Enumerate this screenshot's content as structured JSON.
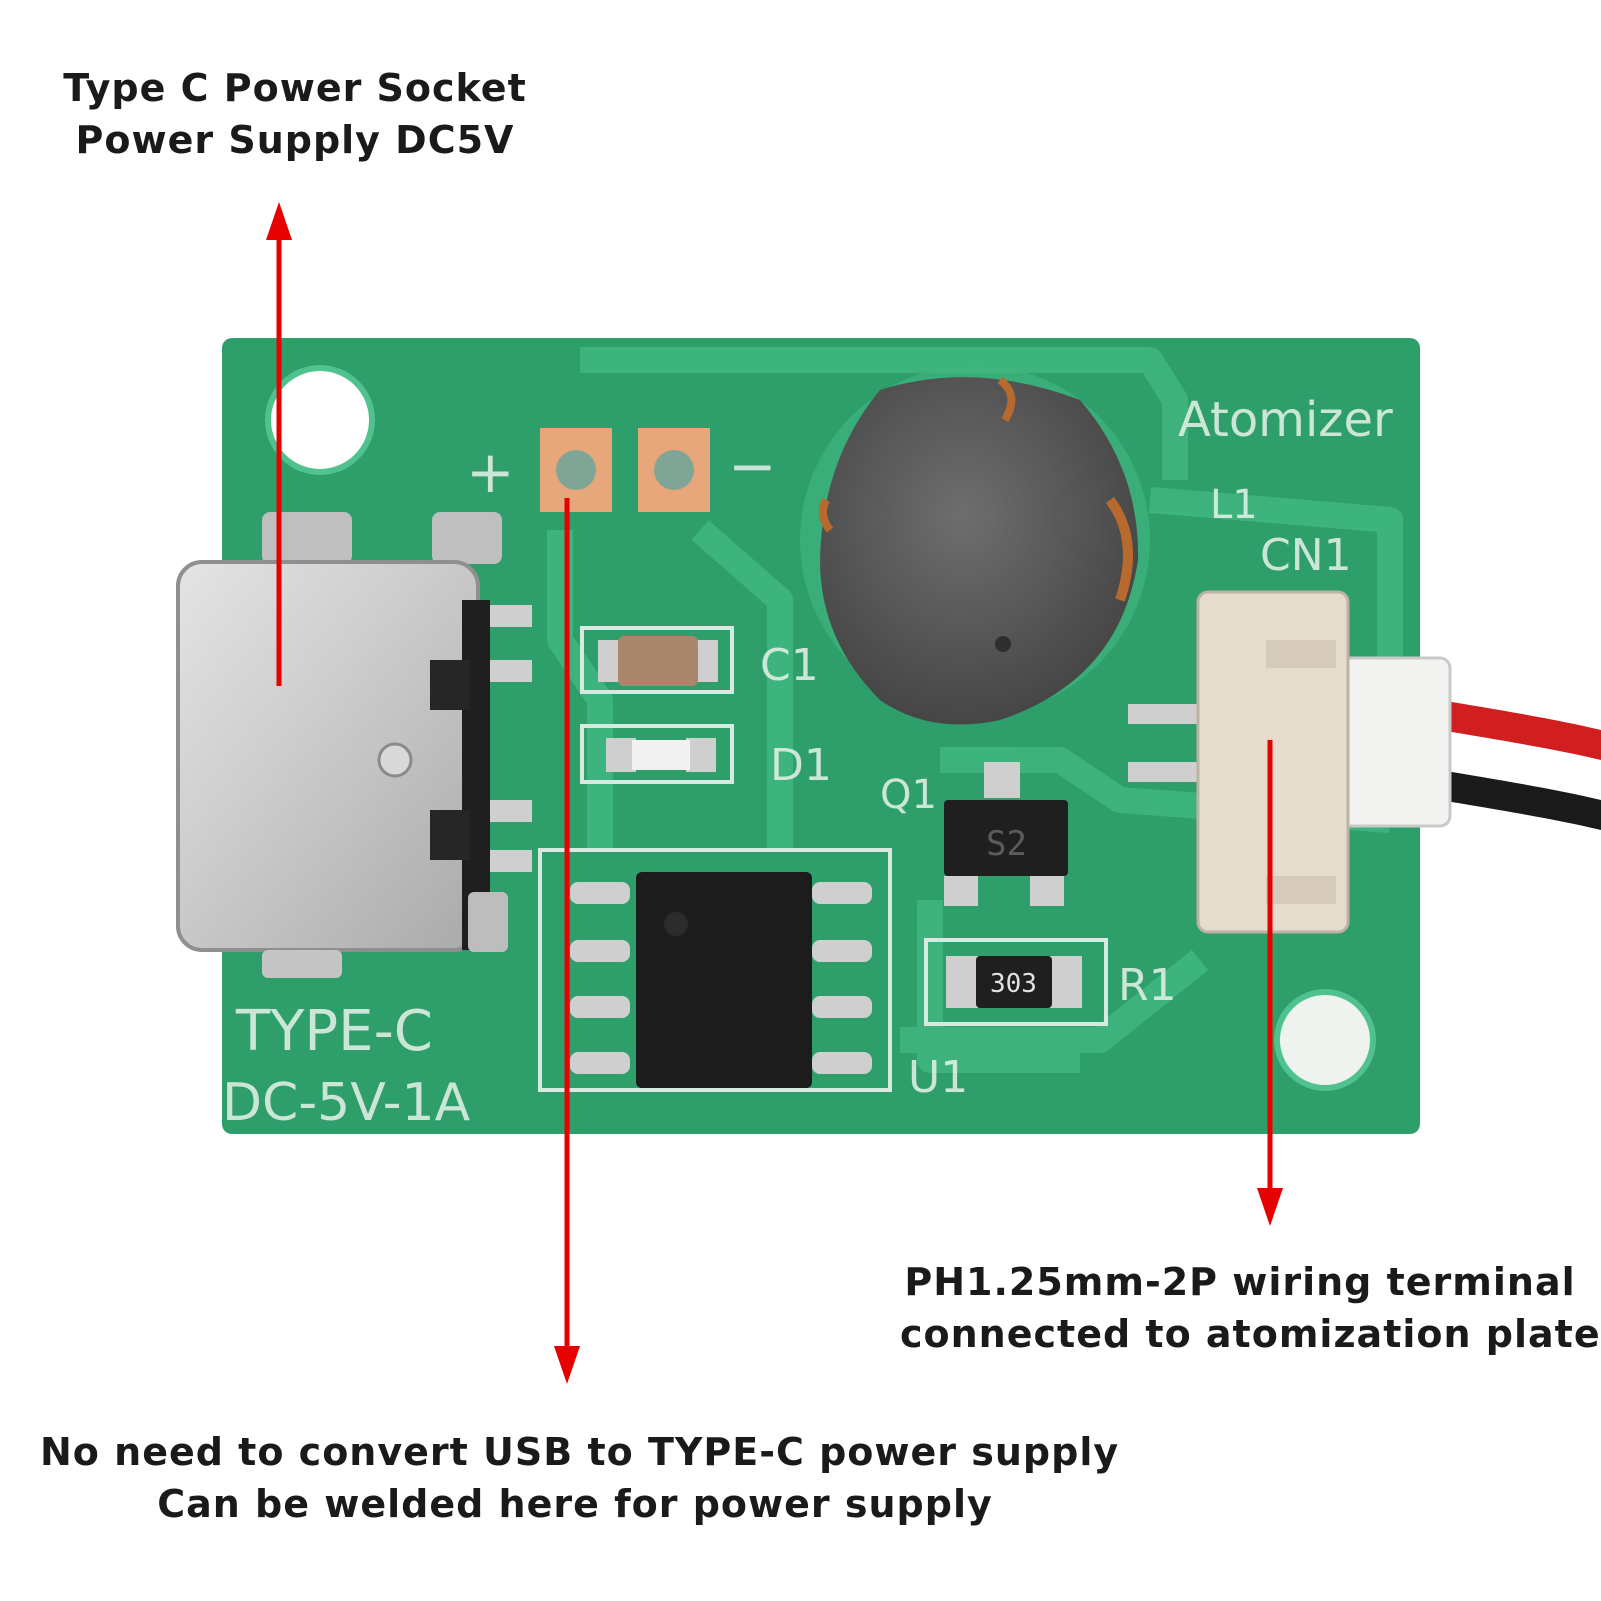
{
  "callouts": {
    "type_c": {
      "line1": "Type C Power Socket",
      "line2": "Power Supply DC5V"
    },
    "solder": {
      "line1": "No need to convert USB to TYPE-C power supply",
      "line2": "Can be welded here for power supply"
    },
    "terminal": {
      "line1": "PH1.25mm-2P wiring terminal",
      "line2": "connected to atomization plate"
    }
  },
  "board": {
    "title": "Atomizer",
    "plus": "+",
    "minus": "−",
    "type_c": "TYPE-C",
    "rating": "DC-5V-1A",
    "refs": {
      "l1": "L1",
      "cn1": "CN1",
      "c1": "C1",
      "d1": "D1",
      "q1": "Q1",
      "r1": "R1",
      "u1": "U1"
    },
    "q1_marking": "S2",
    "r1_marking": "303"
  },
  "colors": {
    "pcb": "#2e9e6a",
    "arrow": "#e60000",
    "pad": "#e8a77a",
    "inductor": "#5c5c5c"
  }
}
